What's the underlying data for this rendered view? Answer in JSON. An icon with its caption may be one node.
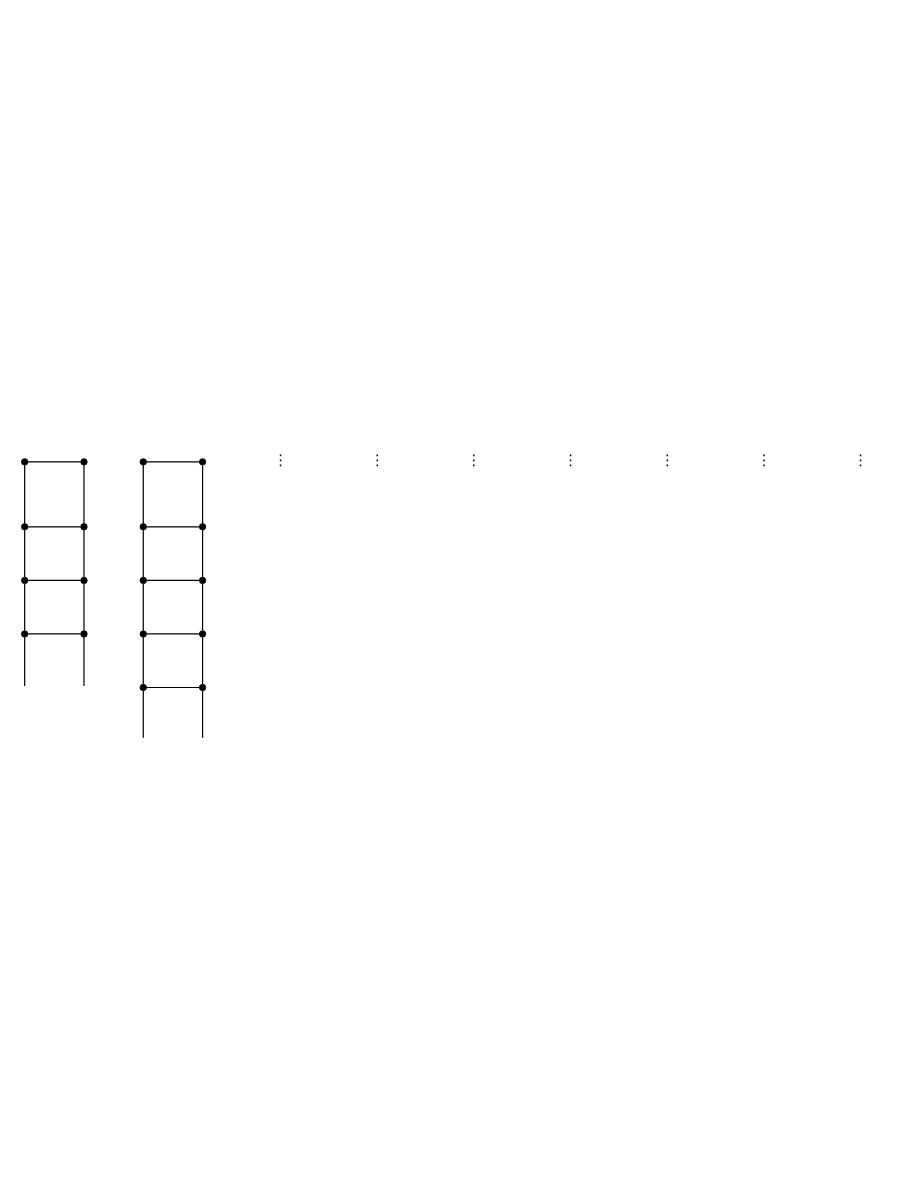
{
  "diagram": {
    "nodes": [
      {
        "text": [],
        "shape": "circle"
      },
      {
        "text": [],
        "shape": "circle"
      },
      {
        "text": [],
        "shape": "circle"
      },
      {
        "text": [],
        "shape": "circle"
      },
      {
        "text": [],
        "shape": "circle"
      },
      {
        "text": [],
        "shape": "circle"
      },
      {
        "text": [],
        "shape": "circle"
      },
      {
        "text": [],
        "shape": "circle"
      },
      {
        "text": [],
        "shape": "circle"
      },
      {
        "text": [],
        "shape": "circle"
      },
      {
        "text": [],
        "shape": "circle"
      },
      {
        "text": [],
        "shape": "circle"
      },
      {
        "text": [],
        "shape": "circle"
      },
      {
        "text": [],
        "shape": "circle"
      },
      {
        "text": [],
        "shape": "circle"
      },
      {
        "text": [],
        "shape": "circle"
      },
      {
        "text": [],
        "shape": "circle"
      },
      {
        "text": [],
        "shape": "circle"
      }
    ],
    "edges": [
      {
        "from": 0,
        "to": 1,
        "arrow": "none"
      },
      {
        "from": 0,
        "to": 2,
        "arrow": "none"
      },
      {
        "from": 1,
        "to": 3,
        "arrow": "none"
      },
      {
        "from": 2,
        "to": 3,
        "arrow": "none"
      },
      {
        "from": 2,
        "to": 4,
        "arrow": "none"
      },
      {
        "from": 3,
        "to": 5,
        "arrow": "none"
      },
      {
        "from": 4,
        "to": 5,
        "arrow": "none"
      },
      {
        "from": 4,
        "to": 6,
        "arrow": "none"
      },
      {
        "from": 5,
        "to": 7,
        "arrow": "none"
      },
      {
        "from": 6,
        "to": 7,
        "arrow": "none"
      },
      {
        "from": 6,
        "to": null,
        "arrow": "none"
      },
      {
        "from": 7,
        "to": null,
        "arrow": "none"
      },
      {
        "from": 8,
        "to": 9,
        "arrow": "none"
      },
      {
        "from": 8,
        "to": 10,
        "arrow": "none"
      },
      {
        "from": 9,
        "to": 11,
        "arrow": "none"
      },
      {
        "from": 10,
        "to": 11,
        "arrow": "none"
      },
      {
        "from": 10,
        "to": 12,
        "arrow": "none"
      },
      {
        "from": 11,
        "to": 13,
        "arrow": "none"
      },
      {
        "from": 12,
        "to": 13,
        "arrow": "none"
      },
      {
        "from": 12,
        "to": 14,
        "arrow": "none"
      },
      {
        "from": 13,
        "to": 15,
        "arrow": "none"
      },
      {
        "from": 14,
        "to": 15,
        "arrow": "none"
      },
      {
        "from": 14,
        "to": 16,
        "arrow": "none"
      },
      {
        "from": 15,
        "to": 17,
        "arrow": "none"
      },
      {
        "from": 16,
        "to": 17,
        "arrow": "none"
      },
      {
        "from": 16,
        "to": null,
        "arrow": "none"
      },
      {
        "from": 17,
        "to": null,
        "arrow": "none"
      }
    ],
    "labels": [
      "⋮",
      "⋮",
      "⋮",
      "⋮",
      "⋮",
      "⋮",
      "⋮"
    ]
  }
}
